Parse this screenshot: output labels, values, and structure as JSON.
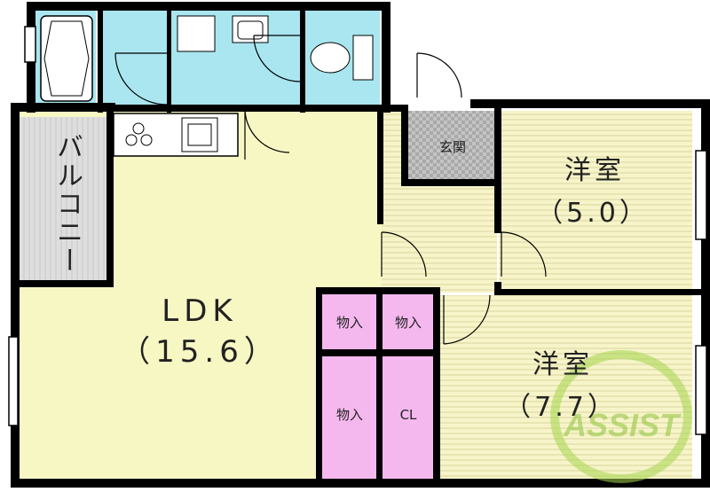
{
  "colors": {
    "wall": "#000000",
    "ldk_floor": "#f7f7c4",
    "bedroom_floor": "#f4f2c2",
    "wet_area": "#a9e6f0",
    "storage": "#f5b8ee",
    "entrance": "#bdbdbd",
    "balcony": "#d9d9d9",
    "watermark": "#a6d64e"
  },
  "rooms": {
    "balcony": "バルコニー",
    "ldk_name": "LDK",
    "ldk_size": "（15.6）",
    "entrance": "玄関",
    "bedroom1_name": "洋室",
    "bedroom1_size": "（5.0）",
    "bedroom2_name": "洋室",
    "bedroom2_size": "（7.7）",
    "storage_a": "物入",
    "storage_b": "物入",
    "storage_c": "物入",
    "closet": "CL"
  },
  "watermark": {
    "text": "ASSIST"
  }
}
